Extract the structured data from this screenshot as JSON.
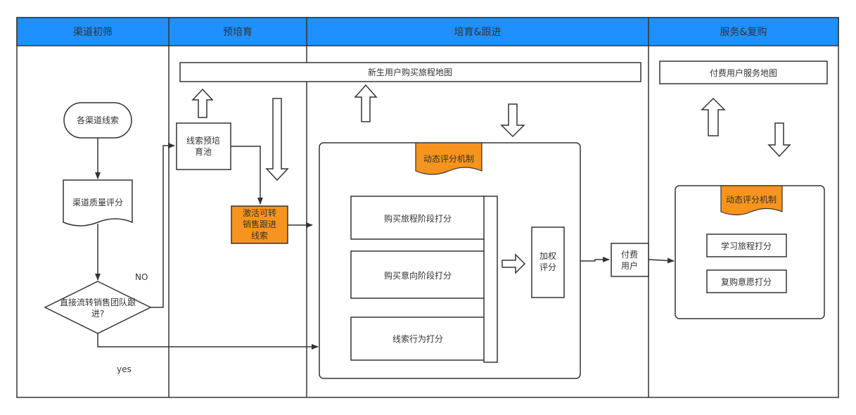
{
  "lanes": [
    {
      "title": "渠道初筛"
    },
    {
      "title": "预培育"
    },
    {
      "title": "培育&跟进"
    },
    {
      "title": "服务&复购"
    }
  ],
  "nodes": {
    "channel_leads": "各渠道线索",
    "quality_score": "渠道质量评分",
    "decision": [
      "直接流转销售团队跟",
      "进?"
    ],
    "no_label": "NO",
    "yes_label": "yes",
    "pre_pool": [
      "线索预培",
      "育池"
    ],
    "activate": [
      "激活可转",
      "销售跟进",
      "线索"
    ],
    "new_user_map": "新生用户购买旅程地图",
    "dynamic_scoring_1": "动态评分机制",
    "journey_score": "购买旅程阶段打分",
    "intent_score": "购买意向阶段打分",
    "behavior_score": "线索行为打分",
    "weighted": [
      "加权",
      "评分"
    ],
    "paid_user": [
      "付费",
      "用户"
    ],
    "paid_user_map": "付费用户服务地图",
    "dynamic_scoring_2": "动态评分机制",
    "learning_score": "学习旅程打分",
    "rebuy_score": "复购意愿打分"
  },
  "colors": {
    "header_blue": "#1e90ff",
    "highlight_orange": "#f7941d",
    "line": "#333333"
  }
}
